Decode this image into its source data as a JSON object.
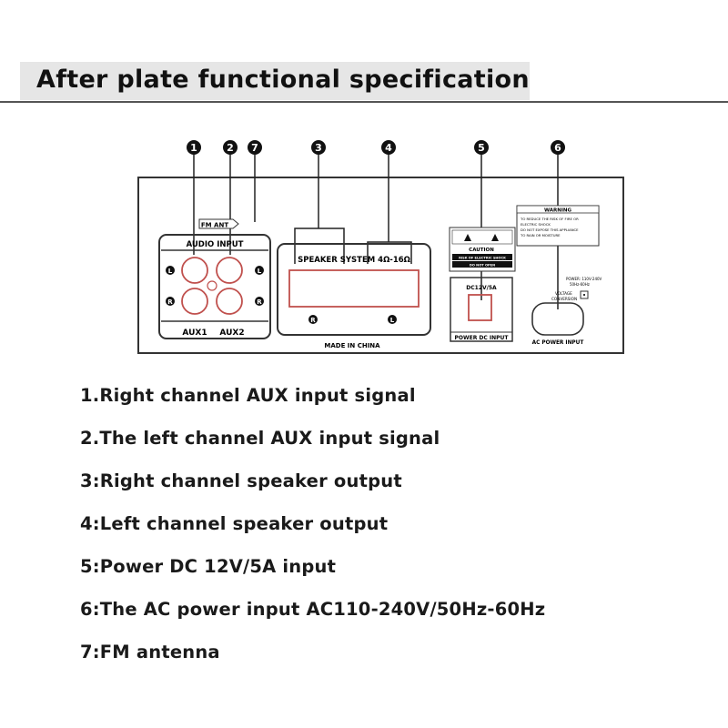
{
  "title": "After plate functional specification",
  "callouts": [
    "1",
    "2",
    "7",
    "3",
    "4",
    "5",
    "6"
  ],
  "panel": {
    "fm_ant_label": "FM ANT",
    "audio_input_label": "AUDIO INPUT",
    "aux1_label": "AUX1",
    "aux2_label": "AUX2",
    "jack_left": "L",
    "jack_right": "R",
    "speaker_label": "SPEAKER SYSTEM 4Ω-16Ω",
    "made_in": "MADE IN CHINA",
    "caution_title": "CAUTION",
    "caution_line1": "RISK OF ELECTRIC SHOCK",
    "caution_line2": "DO NOT OPEN",
    "dc_rating": "DC12V/5A",
    "dc_label": "POWER DC INPUT",
    "warning_title": "WARNING",
    "warning_line1": "TO REDUCE THE RISK OF FIRE OR",
    "warning_line2": "ELECTRIC SHOCK",
    "warning_line3": "DO NOT EXPOSE THIS APPLIANCE",
    "warning_line4": "TO RAIN OR MOISTURE",
    "power_line1": "POWER: 110V-240V",
    "power_line2": "50Hz-60Hz",
    "voltage_line1": "VOLTAGE",
    "voltage_line2": "CONVERSION",
    "ac_label": "AC POWER INPUT"
  },
  "specs": [
    "1.Right channel AUX input signal",
    "2.The left channel AUX input signal",
    "3:Right channel speaker output",
    "4:Left channel speaker output",
    "5:Power DC 12V/5A input",
    "6:The AC power input AC110-240V/50Hz-60Hz",
    "7:FM antenna"
  ],
  "colors": {
    "jack": "#c0504d",
    "line": "#2a2a2a",
    "band": "#e6e6e6"
  }
}
